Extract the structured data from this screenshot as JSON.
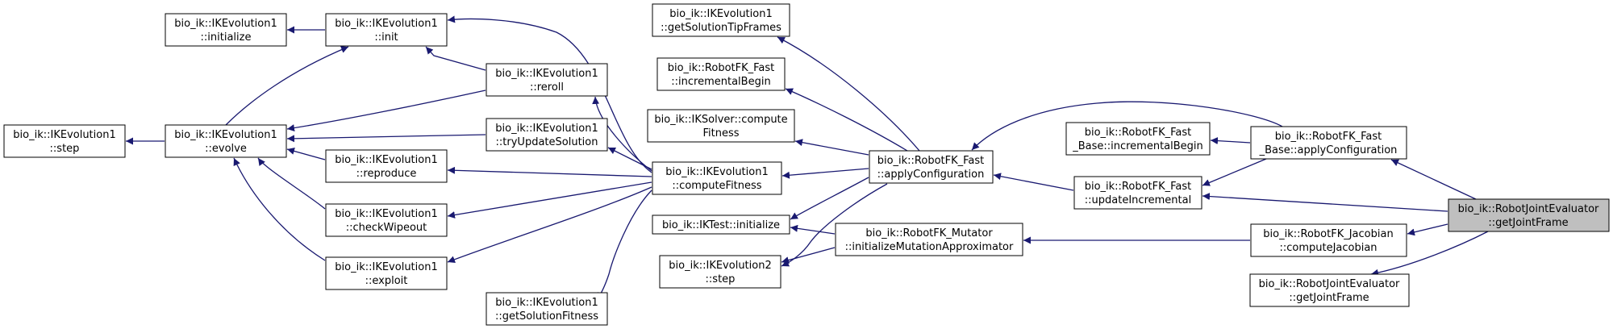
{
  "graph": {
    "title": "",
    "colors": {
      "edge": "#191970",
      "node_border": "#000000",
      "node_fill": "#ffffff",
      "highlight_fill": "#bfbfbf",
      "text": "#000000"
    },
    "nodes": [
      {
        "id": "evo1_step",
        "lines": [
          "bio_ik::IKEvolution1",
          "::step"
        ]
      },
      {
        "id": "evo1_initialize",
        "lines": [
          "bio_ik::IKEvolution1",
          "::initialize"
        ]
      },
      {
        "id": "evo1_evolve",
        "lines": [
          "bio_ik::IKEvolution1",
          "::evolve"
        ]
      },
      {
        "id": "evo1_init",
        "lines": [
          "bio_ik::IKEvolution1",
          "::init"
        ]
      },
      {
        "id": "evo1_reproduce",
        "lines": [
          "bio_ik::IKEvolution1",
          "::reproduce"
        ]
      },
      {
        "id": "evo1_checkwipeout",
        "lines": [
          "bio_ik::IKEvolution1",
          "::checkWipeout"
        ]
      },
      {
        "id": "evo1_exploit",
        "lines": [
          "bio_ik::IKEvolution1",
          "::exploit"
        ]
      },
      {
        "id": "evo1_reroll",
        "lines": [
          "bio_ik::IKEvolution1",
          "::reroll"
        ]
      },
      {
        "id": "evo1_tryupdate",
        "lines": [
          "bio_ik::IKEvolution1",
          "::tryUpdateSolution"
        ]
      },
      {
        "id": "evo1_getsolfitness",
        "lines": [
          "bio_ik::IKEvolution1",
          "::getSolutionFitness"
        ]
      },
      {
        "id": "evo1_computefitness",
        "lines": [
          "bio_ik::IKEvolution1",
          "::computeFitness"
        ]
      },
      {
        "id": "evo1_getsoltipframes",
        "lines": [
          "bio_ik::IKEvolution1",
          "::getSolutionTipFrames"
        ]
      },
      {
        "id": "fk_incbegin",
        "lines": [
          "bio_ik::RobotFK_Fast",
          "::incrementalBegin"
        ]
      },
      {
        "id": "iksolver_compute",
        "lines": [
          "bio_ik::IKSolver::compute",
          "Fitness"
        ]
      },
      {
        "id": "iktest_init",
        "lines": [
          "bio_ik::IKTest::initialize"
        ]
      },
      {
        "id": "evo2_step",
        "lines": [
          "bio_ik::IKEvolution2",
          "::step"
        ]
      },
      {
        "id": "fk_applyconfig",
        "lines": [
          "bio_ik::RobotFK_Fast",
          "::applyConfiguration"
        ]
      },
      {
        "id": "mutator_init",
        "lines": [
          "bio_ik::RobotFK_Mutator",
          "::initializeMutationApproximator"
        ]
      },
      {
        "id": "fkbase_incbegin",
        "lines": [
          "bio_ik::RobotFK_Fast",
          "_Base::incrementalBegin"
        ]
      },
      {
        "id": "fk_updateinc",
        "lines": [
          "bio_ik::RobotFK_Fast",
          "::updateIncremental"
        ]
      },
      {
        "id": "fkbase_applyconfig",
        "lines": [
          "bio_ik::RobotFK_Fast",
          "_Base::applyConfiguration"
        ]
      },
      {
        "id": "jac_compute",
        "lines": [
          "bio_ik::RobotFK_Jacobian",
          "::computeJacobian"
        ]
      },
      {
        "id": "rje_getjointframe",
        "lines": [
          "bio_ik::RobotJointEvaluator",
          "::getJointFrame"
        ]
      },
      {
        "id": "rje_getjointframe_target",
        "lines": [
          "bio_ik::RobotJointEvaluator",
          "::getJointFrame"
        ],
        "highlight": true
      }
    ]
  }
}
